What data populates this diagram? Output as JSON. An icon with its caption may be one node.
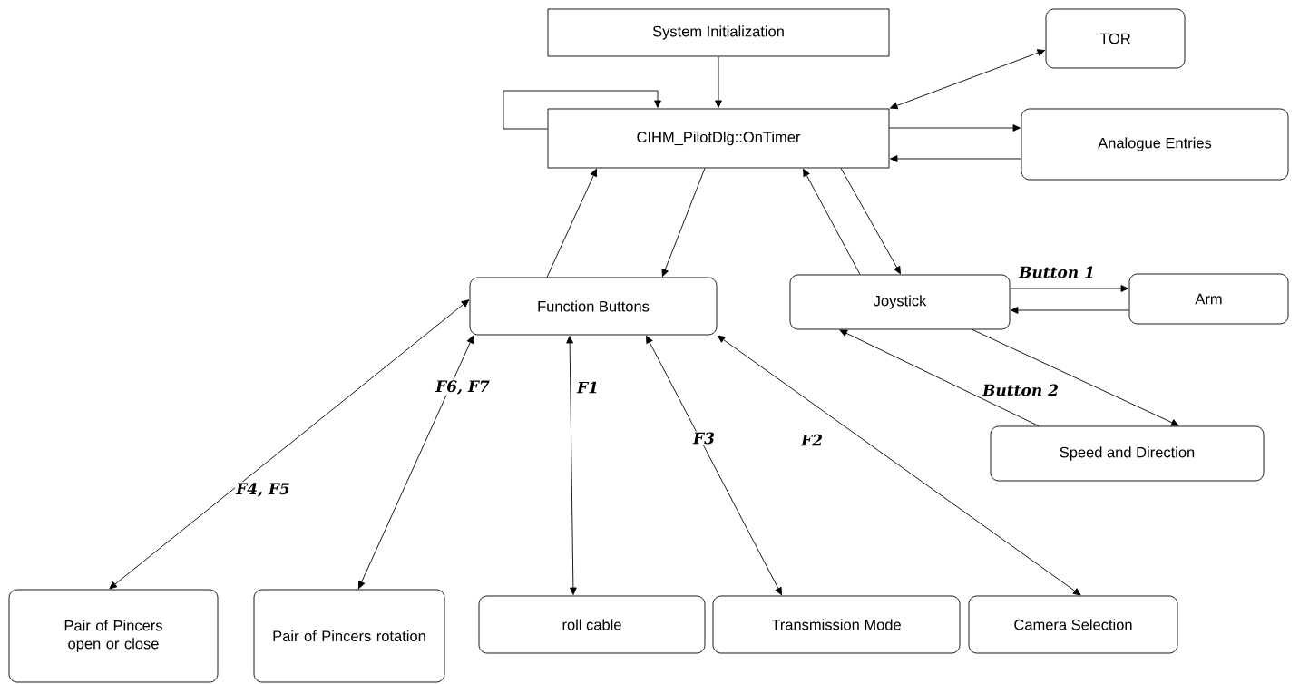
{
  "diagram": {
    "nodes": [
      {
        "text": [
          "System Initialization"
        ]
      },
      {
        "text": [
          "CIHM_PilotDlg::OnTimer"
        ]
      },
      {
        "text": [
          "TOR"
        ]
      },
      {
        "text": [
          "Analogue Entries"
        ]
      },
      {
        "text": [
          "Function Buttons"
        ]
      },
      {
        "text": [
          "Joystick"
        ]
      },
      {
        "text": [
          "Arm"
        ]
      },
      {
        "text": [
          "Speed and Direction"
        ]
      },
      {
        "text": [
          "Pair of Pincers open or close"
        ]
      },
      {
        "text": [
          "Pair of Pincers rotation"
        ]
      },
      {
        "text": [
          "roll cable"
        ]
      },
      {
        "text": [
          "Transmission Mode"
        ]
      },
      {
        "text": [
          "Camera Selection"
        ]
      }
    ],
    "edges": [
      {
        "from": 0,
        "to": 1,
        "arrow": "to"
      },
      {
        "from": 1,
        "to": 1,
        "arrow": "to"
      },
      {
        "from": 1,
        "to": 2,
        "arrow": "both"
      },
      {
        "from": 1,
        "to": 3,
        "arrow": "to"
      },
      {
        "from": 3,
        "to": 1,
        "arrow": "to"
      },
      {
        "from": 4,
        "to": 1,
        "arrow": "to"
      },
      {
        "from": 1,
        "to": 4,
        "arrow": "to"
      },
      {
        "from": 5,
        "to": 1,
        "arrow": "to"
      },
      {
        "from": 1,
        "to": 5,
        "arrow": "to"
      },
      {
        "from": 5,
        "to": 6,
        "arrow": "to",
        "label": "Button 1"
      },
      {
        "from": 6,
        "to": 5,
        "arrow": "to"
      },
      {
        "from": 7,
        "to": 5,
        "arrow": "to",
        "label": "Button 2"
      },
      {
        "from": 5,
        "to": 7,
        "arrow": "to"
      },
      {
        "from": 4,
        "to": 8,
        "arrow": "both",
        "label": "F4, F5"
      },
      {
        "from": 4,
        "to": 9,
        "arrow": "both",
        "label": "F6, F7"
      },
      {
        "from": 4,
        "to": 10,
        "arrow": "both",
        "label": "F1"
      },
      {
        "from": 4,
        "to": 11,
        "arrow": "both",
        "label": "F3"
      },
      {
        "from": 4,
        "to": 12,
        "arrow": "both",
        "label": "F2"
      }
    ]
  }
}
